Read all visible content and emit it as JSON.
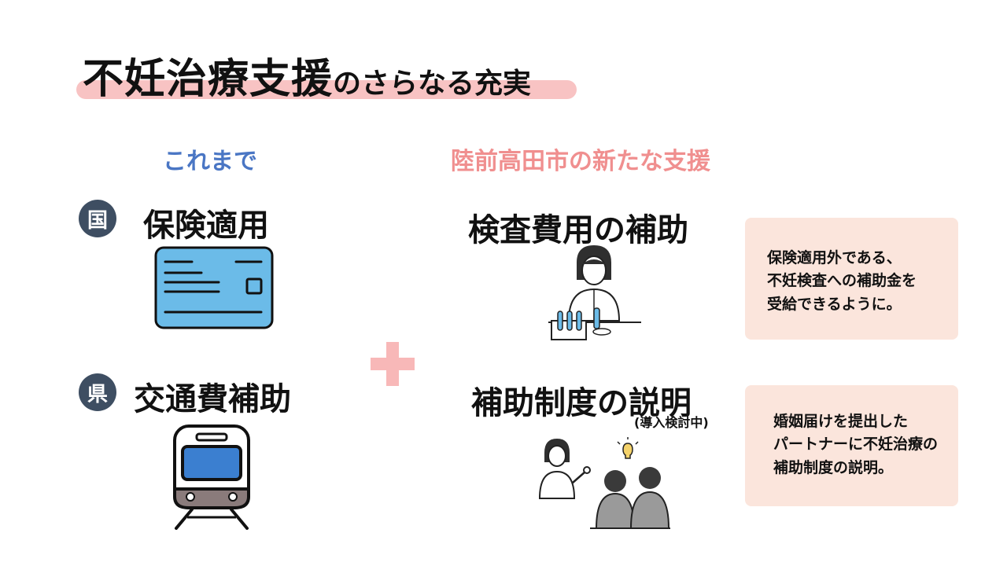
{
  "title": {
    "main": "不妊治療支援",
    "suffix": "のさらなる充実"
  },
  "left_heading": "これまで",
  "right_heading": "陸前高田市の新たな支援",
  "existing": [
    {
      "badge": "国",
      "label": "保険適用",
      "icon": "insurance-card-icon"
    },
    {
      "badge": "県",
      "label": "交通費補助",
      "icon": "train-icon"
    }
  ],
  "new_support": [
    {
      "label": "検査費用の補助",
      "note": [
        "保険適用外である、",
        "不妊検査への補助金を",
        "受給できるように。"
      ],
      "illustration": "researcher-illustration"
    },
    {
      "label": "補助制度の説明",
      "sublabel": "(導入検討中)",
      "note": [
        "婚姻届けを提出した",
        "パートナーに不妊治療の",
        "補助制度の説明。"
      ],
      "illustration": "presentation-illustration"
    }
  ],
  "colors": {
    "accent_blue": "#4a76c4",
    "accent_pink": "#f08f8f",
    "badge": "#3e4e62",
    "note_bg": "#fbe5dc",
    "underline": "#f8c3c3"
  }
}
